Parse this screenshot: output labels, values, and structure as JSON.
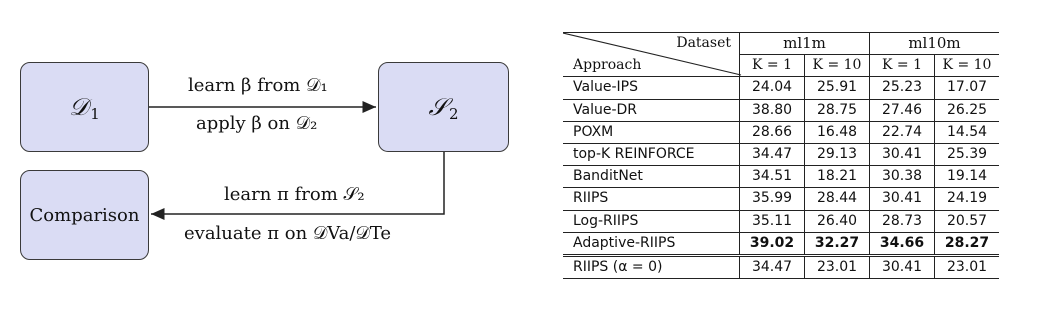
{
  "diagram": {
    "boxes": {
      "d1": {
        "symbol": "𝒟",
        "sub": "1"
      },
      "s2": {
        "symbol": "𝒮",
        "sub": "2"
      },
      "comparison": "Comparison"
    },
    "edges": {
      "top_label_1": "learn β from 𝒟₁",
      "top_label_2": "apply β on 𝒟₂",
      "bottom_label_1": "learn π from 𝒮₂",
      "bottom_label_2": "evaluate π on 𝒟Va/𝒟Te"
    }
  },
  "table": {
    "corner_top": "Dataset",
    "corner_bottom": "Approach",
    "groups": [
      "ml1m",
      "ml10m"
    ],
    "k_headers": [
      "K = 1",
      "K = 10",
      "K = 1",
      "K = 10"
    ],
    "rows": [
      {
        "method": "Value-IPS",
        "values": [
          "24.04",
          "25.91",
          "25.23",
          "17.07"
        ],
        "bold": false
      },
      {
        "method": "Value-DR",
        "values": [
          "38.80",
          "28.75",
          "27.46",
          "26.25"
        ],
        "bold": false
      },
      {
        "method": "POXM",
        "values": [
          "28.66",
          "16.48",
          "22.74",
          "14.54"
        ],
        "bold": false
      },
      {
        "method": "top-K REINFORCE",
        "values": [
          "34.47",
          "29.13",
          "30.41",
          "25.39"
        ],
        "bold": false
      },
      {
        "method": "BanditNet",
        "values": [
          "34.51",
          "18.21",
          "30.38",
          "19.14"
        ],
        "bold": false
      },
      {
        "method": "RIIPS",
        "values": [
          "35.99",
          "28.44",
          "30.41",
          "24.19"
        ],
        "bold": false
      },
      {
        "method": "Log-RIIPS",
        "values": [
          "35.11",
          "26.40",
          "28.73",
          "20.57"
        ],
        "bold": false
      },
      {
        "method": "Adaptive-RIIPS",
        "values": [
          "39.02",
          "32.27",
          "34.66",
          "28.27"
        ],
        "bold": true
      }
    ],
    "extra_row": {
      "method": "RIIPS (α = 0)",
      "values": [
        "34.47",
        "23.01",
        "30.41",
        "23.01"
      ]
    }
  }
}
